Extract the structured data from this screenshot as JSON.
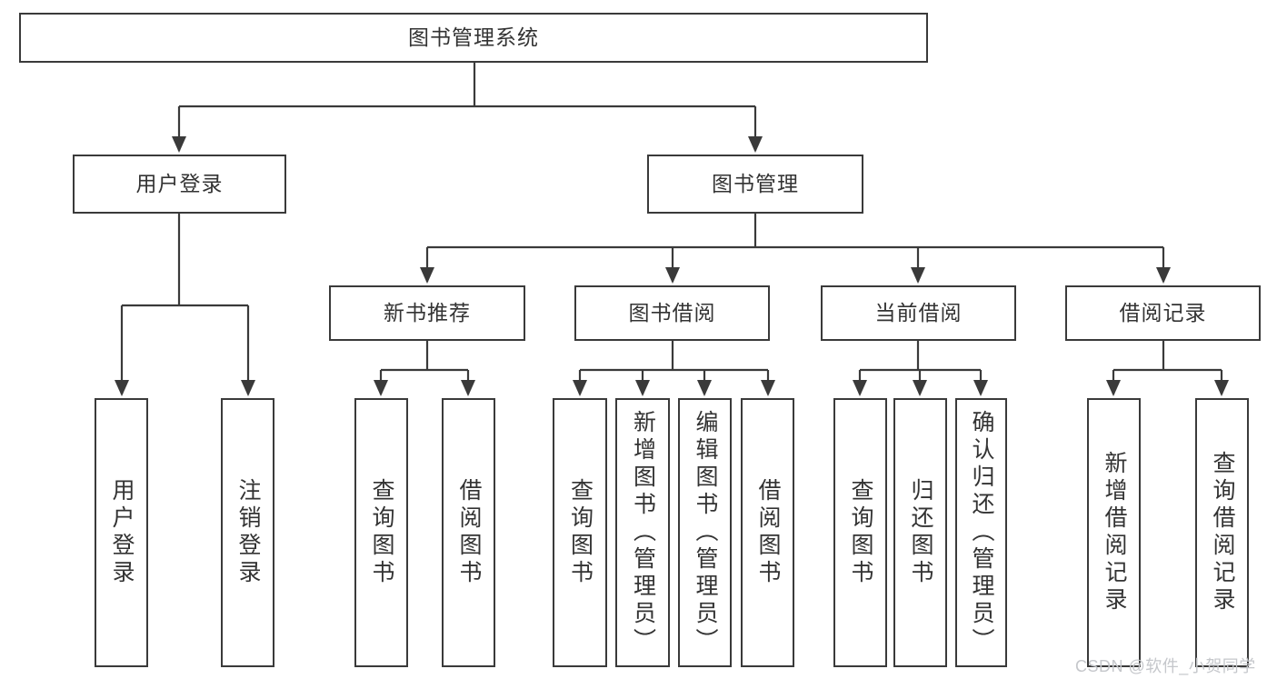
{
  "root": {
    "label": "图书管理系统"
  },
  "branches": {
    "userLogin": {
      "label": "用户登录",
      "children": [
        {
          "label": "用户登录"
        },
        {
          "label": "注销登录"
        }
      ]
    },
    "bookManagement": {
      "label": "图书管理",
      "groups": [
        {
          "label": "新书推荐",
          "children": [
            {
              "label": "查询图书"
            },
            {
              "label": "借阅图书"
            }
          ]
        },
        {
          "label": "图书借阅",
          "children": [
            {
              "label": "查询图书"
            },
            {
              "label": "新增图书（管理员）"
            },
            {
              "label": "编辑图书（管理员）"
            },
            {
              "label": "借阅图书"
            }
          ]
        },
        {
          "label": "当前借阅",
          "children": [
            {
              "label": "查询图书"
            },
            {
              "label": "归还图书"
            },
            {
              "label": "确认归还（管理员）"
            }
          ]
        },
        {
          "label": "借阅记录",
          "children": [
            {
              "label": "新增借阅记录"
            },
            {
              "label": "查询借阅记录"
            }
          ]
        }
      ]
    }
  },
  "watermark": {
    "text": "CSDN @软件_小贺同学"
  },
  "colors": {
    "line": "#3a3a3a",
    "boxBorder": "#3a3a3a",
    "text": "#333333",
    "background": "#ffffff",
    "watermark": "#c5c7cb"
  }
}
